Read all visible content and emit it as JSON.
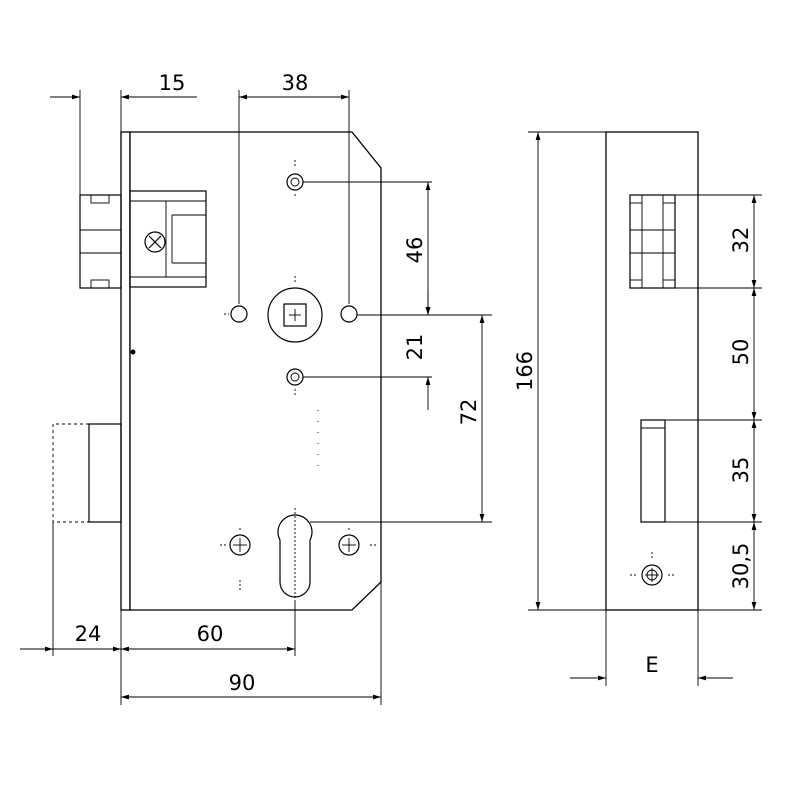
{
  "dimensions": {
    "backset_forend": "15",
    "spindle_to_hole": "38",
    "upper_screw_to_spindle": "46",
    "spindle_to_lower_screw": "21",
    "spindle_to_cylinder": "72",
    "forend_height": "166",
    "latch_height": "32",
    "latch_to_bolt": "50",
    "bolt_height": "35",
    "bolt_to_screw": "30,5",
    "bolt_projection": "24",
    "backset": "60",
    "case_width": "90",
    "forend_thickness": "E"
  },
  "colors": {
    "stroke": "#000000",
    "background": "#ffffff"
  }
}
